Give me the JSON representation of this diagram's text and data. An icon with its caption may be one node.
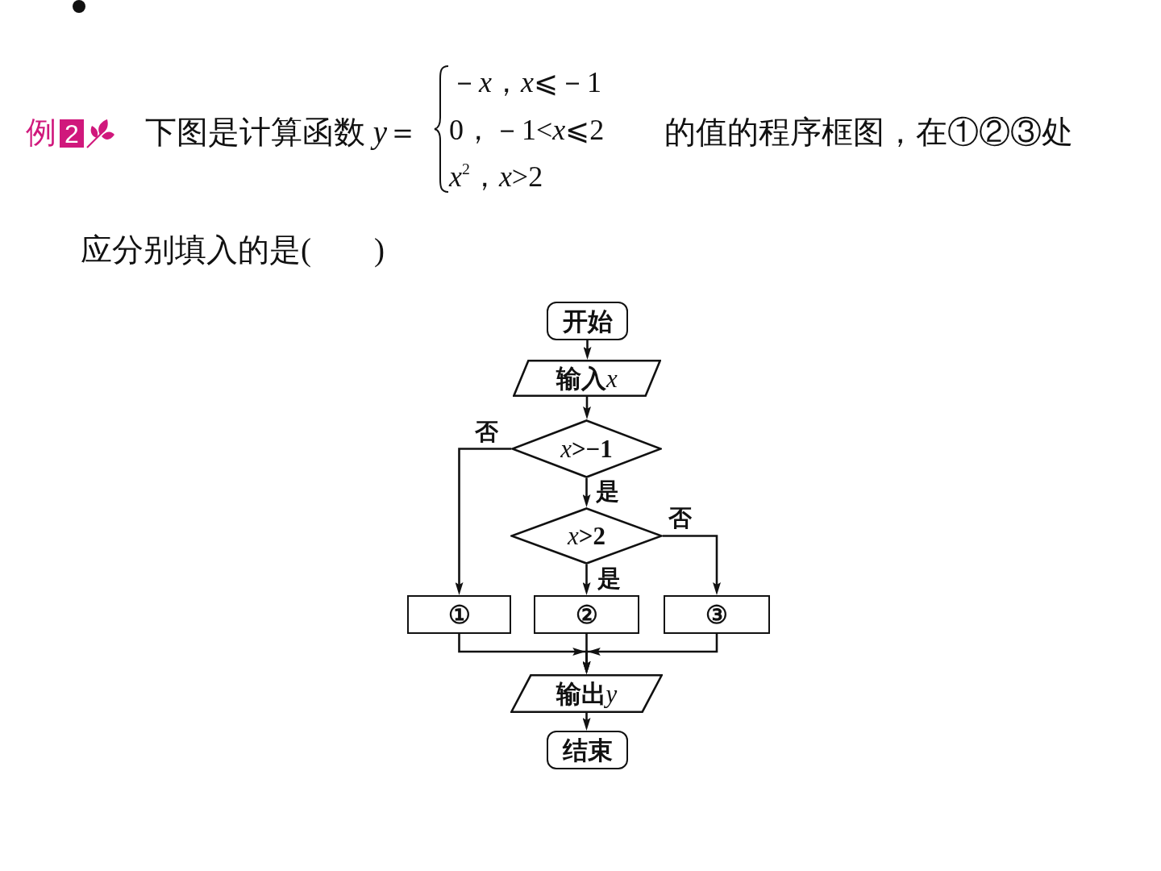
{
  "diagram": {
    "nodes": [
      {
        "text": [
          "开始"
        ]
      },
      {
        "text": [
          "输入x"
        ]
      },
      {
        "text": [
          "x>−1"
        ]
      },
      {
        "text": [
          "x>2"
        ]
      },
      {
        "text": [
          "①"
        ]
      },
      {
        "text": [
          "②"
        ]
      },
      {
        "text": [
          "③"
        ]
      },
      {
        "text": [
          "输出y"
        ]
      },
      {
        "text": [
          "结束"
        ]
      }
    ],
    "edges": [
      {
        "from": 0,
        "to": 1,
        "arrow": "to"
      },
      {
        "from": 1,
        "to": 2,
        "arrow": "to"
      },
      {
        "from": 2,
        "to": 4,
        "arrow": "to",
        "label": "否"
      },
      {
        "from": 2,
        "to": 3,
        "arrow": "to",
        "label": "是"
      },
      {
        "from": 3,
        "to": 5,
        "arrow": "to",
        "label": "是"
      },
      {
        "from": 3,
        "to": 6,
        "arrow": "to",
        "label": "否"
      },
      {
        "from": 4,
        "to": 7,
        "arrow": "to"
      },
      {
        "from": 5,
        "to": 7,
        "arrow": "to"
      },
      {
        "from": 6,
        "to": 7,
        "arrow": "to"
      },
      {
        "from": 7,
        "to": 8,
        "arrow": "to"
      }
    ],
    "labels": [
      "例",
      "2",
      "下图是计算函数 *y*＝",
      "－*x*，*x*⩽－1",
      "0，－1<*x*⩽2",
      "*x*$^{2}$，*x*>2",
      "的值的程序框图，在①②③处",
      "应分别填入的是(　　)"
    ]
  }
}
